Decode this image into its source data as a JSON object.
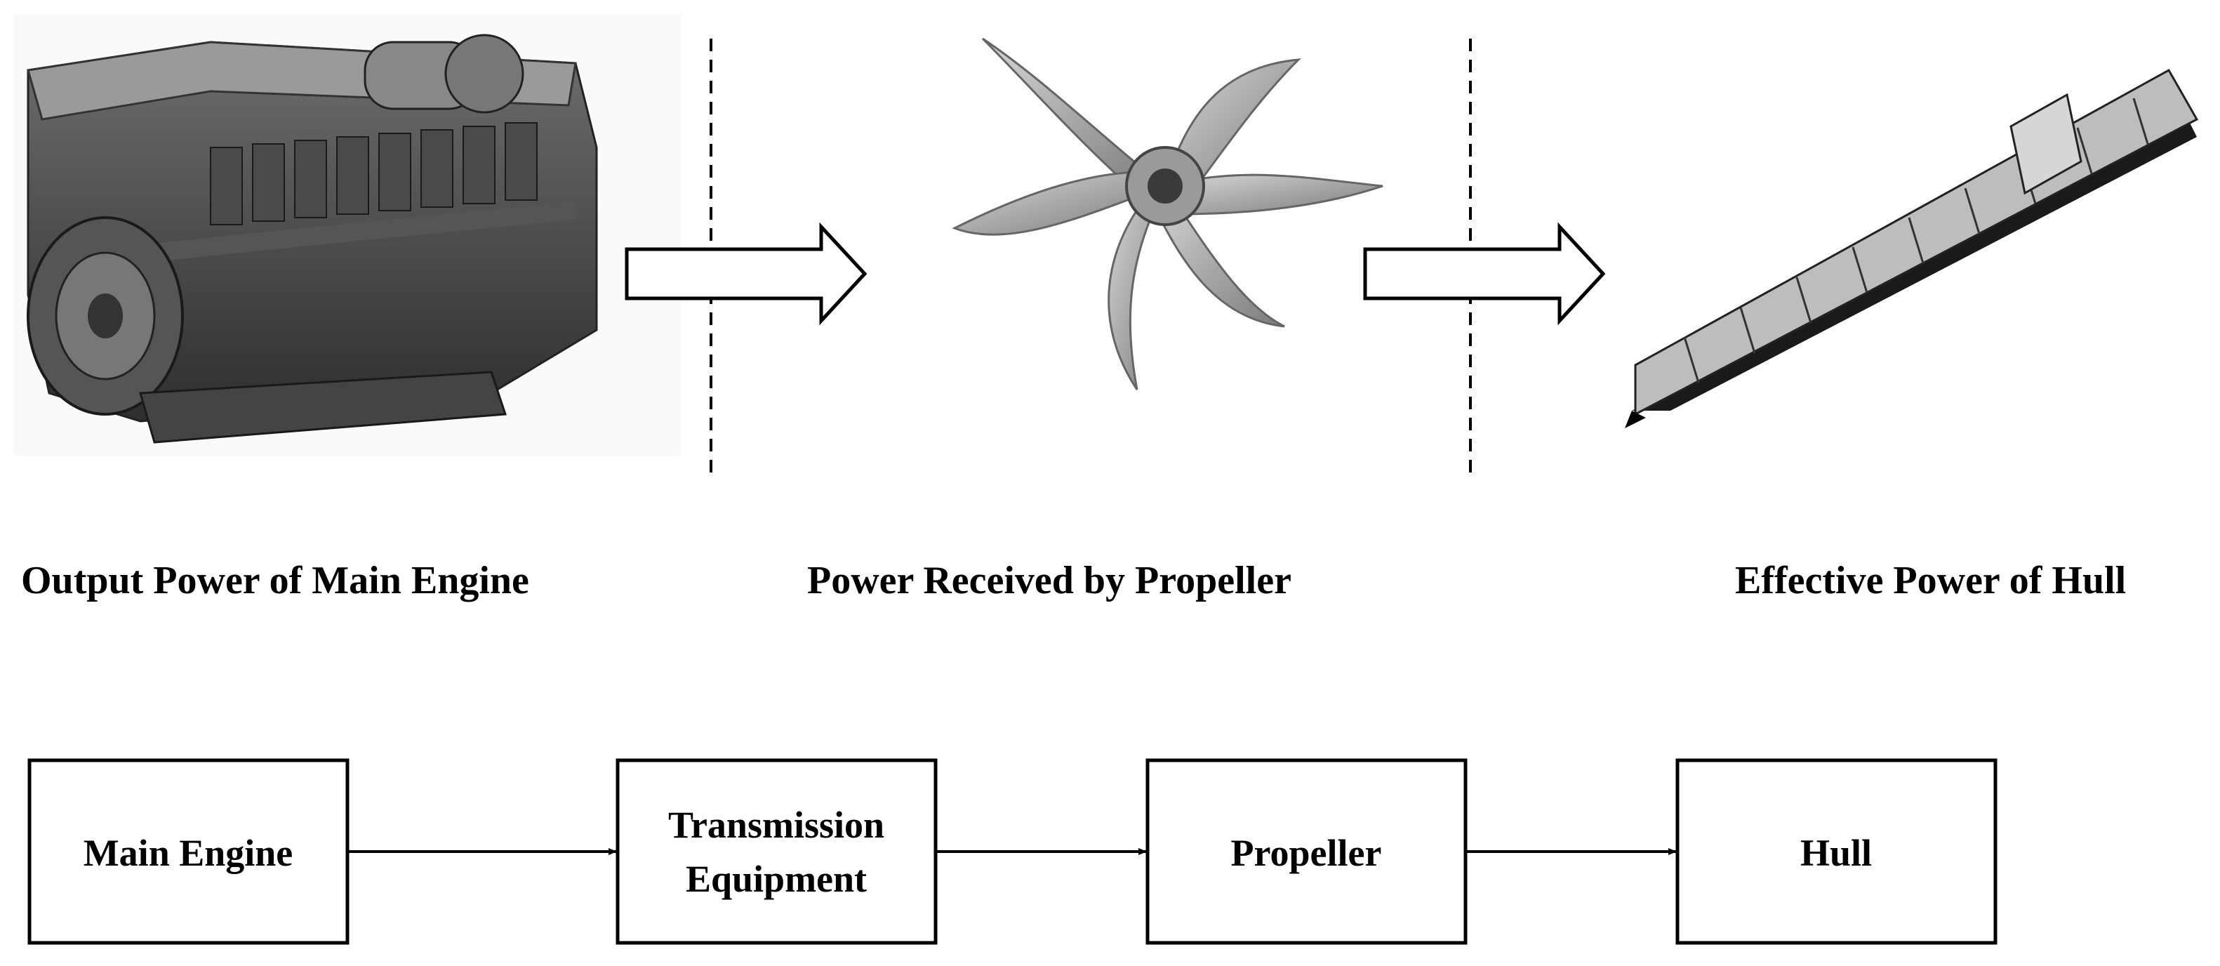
{
  "top_row": {
    "captions": [
      "Output Power of Main Engine",
      "Power Received by Propeller",
      "Effective Power of Hull"
    ],
    "images": [
      "engine-illustration",
      "propeller-illustration",
      "container-ship-illustration"
    ]
  },
  "flow": {
    "boxes": [
      {
        "lines": [
          "Main Engine"
        ]
      },
      {
        "lines": [
          "Transmission",
          "Equipment"
        ]
      },
      {
        "lines": [
          "Propeller"
        ]
      },
      {
        "lines": [
          "Hull"
        ]
      }
    ]
  },
  "colors": {
    "ink": "#000000",
    "background": "#ffffff"
  }
}
